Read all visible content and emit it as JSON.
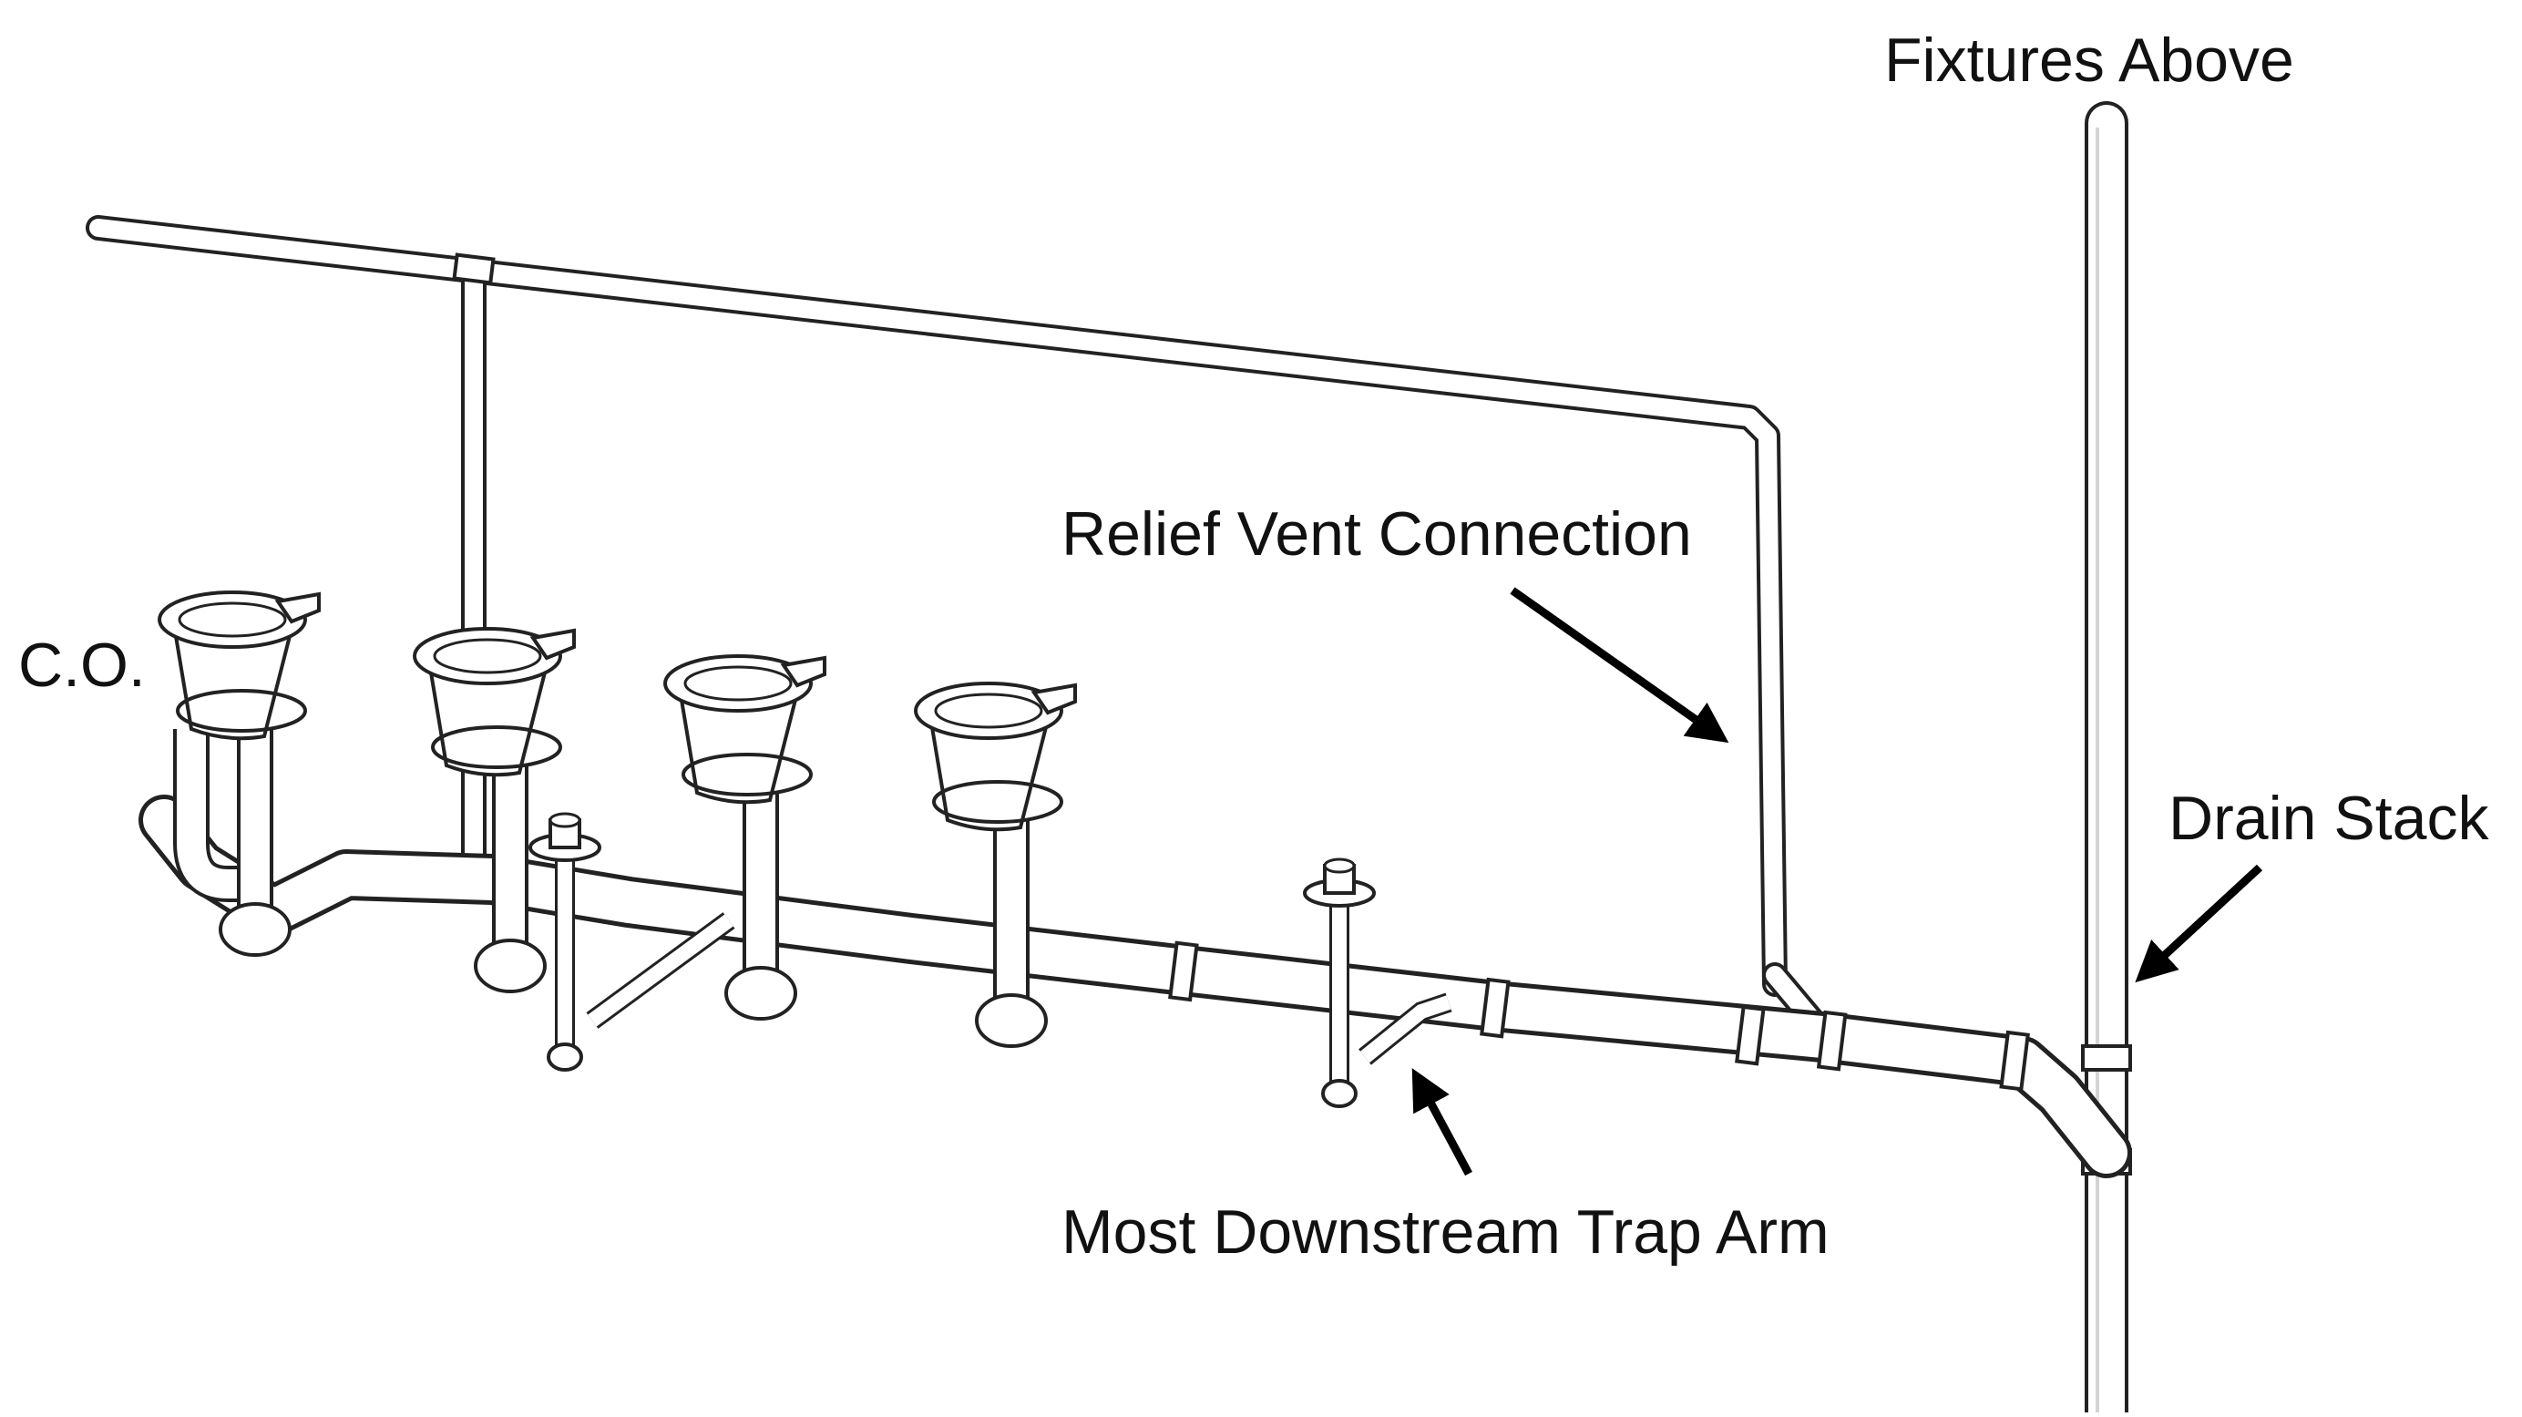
{
  "labels": {
    "fixtures_above": "Fixtures Above",
    "relief_vent_connection": "Relief Vent Connection",
    "cleanout": "C.O.",
    "drain_stack": "Drain Stack",
    "most_downstream_trap_arm": "Most Downstream Trap Arm"
  },
  "fixtures": {
    "water_closets": 4,
    "floor_drains": 2
  },
  "colors": {
    "pipe_fill": "#ffffff",
    "pipe_outline": "#222222",
    "arrow": "#000000",
    "text": "#111111"
  }
}
